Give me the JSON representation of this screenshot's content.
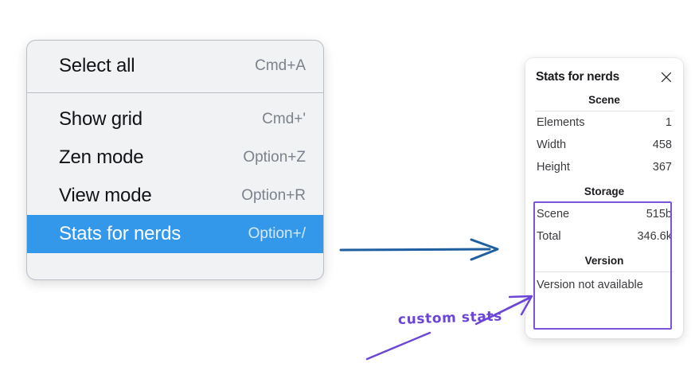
{
  "menu": {
    "groups": [
      {
        "items": [
          {
            "label": "Select all",
            "shortcut": "Cmd+A",
            "selected": false
          }
        ]
      },
      {
        "items": [
          {
            "label": "Show grid",
            "shortcut": "Cmd+'",
            "selected": false
          },
          {
            "label": "Zen mode",
            "shortcut": "Option+Z",
            "selected": false
          },
          {
            "label": "View mode",
            "shortcut": "Option+R",
            "selected": false
          },
          {
            "label": "Stats for nerds",
            "shortcut": "Option+/",
            "selected": true
          }
        ]
      }
    ],
    "highlight_color": "#3498ea",
    "background_color": "#f1f2f4"
  },
  "stats_panel": {
    "title": "Stats for nerds",
    "close_icon": "close-icon",
    "sections": [
      {
        "heading": "Scene",
        "rows": [
          {
            "key": "Elements",
            "value": "1"
          },
          {
            "key": "Width",
            "value": "458"
          },
          {
            "key": "Height",
            "value": "367"
          }
        ]
      },
      {
        "heading": "Storage",
        "rows": [
          {
            "key": "Scene",
            "value": "515b"
          },
          {
            "key": "Total",
            "value": "346.6k"
          }
        ]
      },
      {
        "heading": "Version",
        "note": "Version not available"
      }
    ]
  },
  "annotations": {
    "highlight_color": "#7d56d8",
    "note_text": "custom stats",
    "blue_arrow_color": "#1f5fa0",
    "purple_stroke_color": "#6b46d6"
  }
}
